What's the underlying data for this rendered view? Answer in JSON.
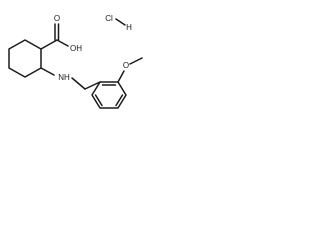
{
  "structure": {
    "salt": {
      "cl": "Cl",
      "h": "H"
    },
    "labels": {
      "hydroxyl": "OH",
      "carbonyl_o": "O",
      "amine": "NH",
      "methoxy_o": "O"
    }
  }
}
